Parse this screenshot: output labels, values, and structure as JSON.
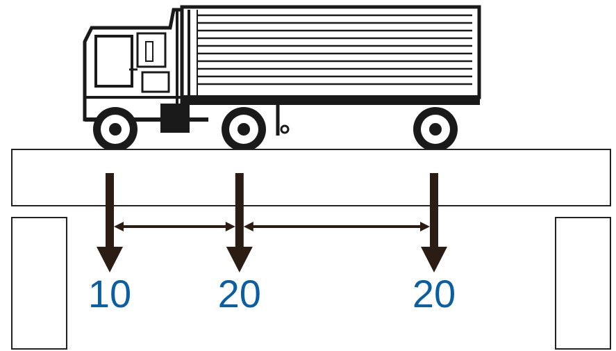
{
  "loads": [
    {
      "value": "10",
      "position": 0
    },
    {
      "value": "20",
      "position": 0.4
    },
    {
      "value": "20",
      "position": 1.0
    }
  ],
  "colors": {
    "label": "#0a5fa3",
    "ink": "#2b1d14",
    "outline": "#222222",
    "truck": "#1a1a1a",
    "background": "#ffffff"
  },
  "icons": [
    "truck-icon",
    "wheel-icon"
  ]
}
